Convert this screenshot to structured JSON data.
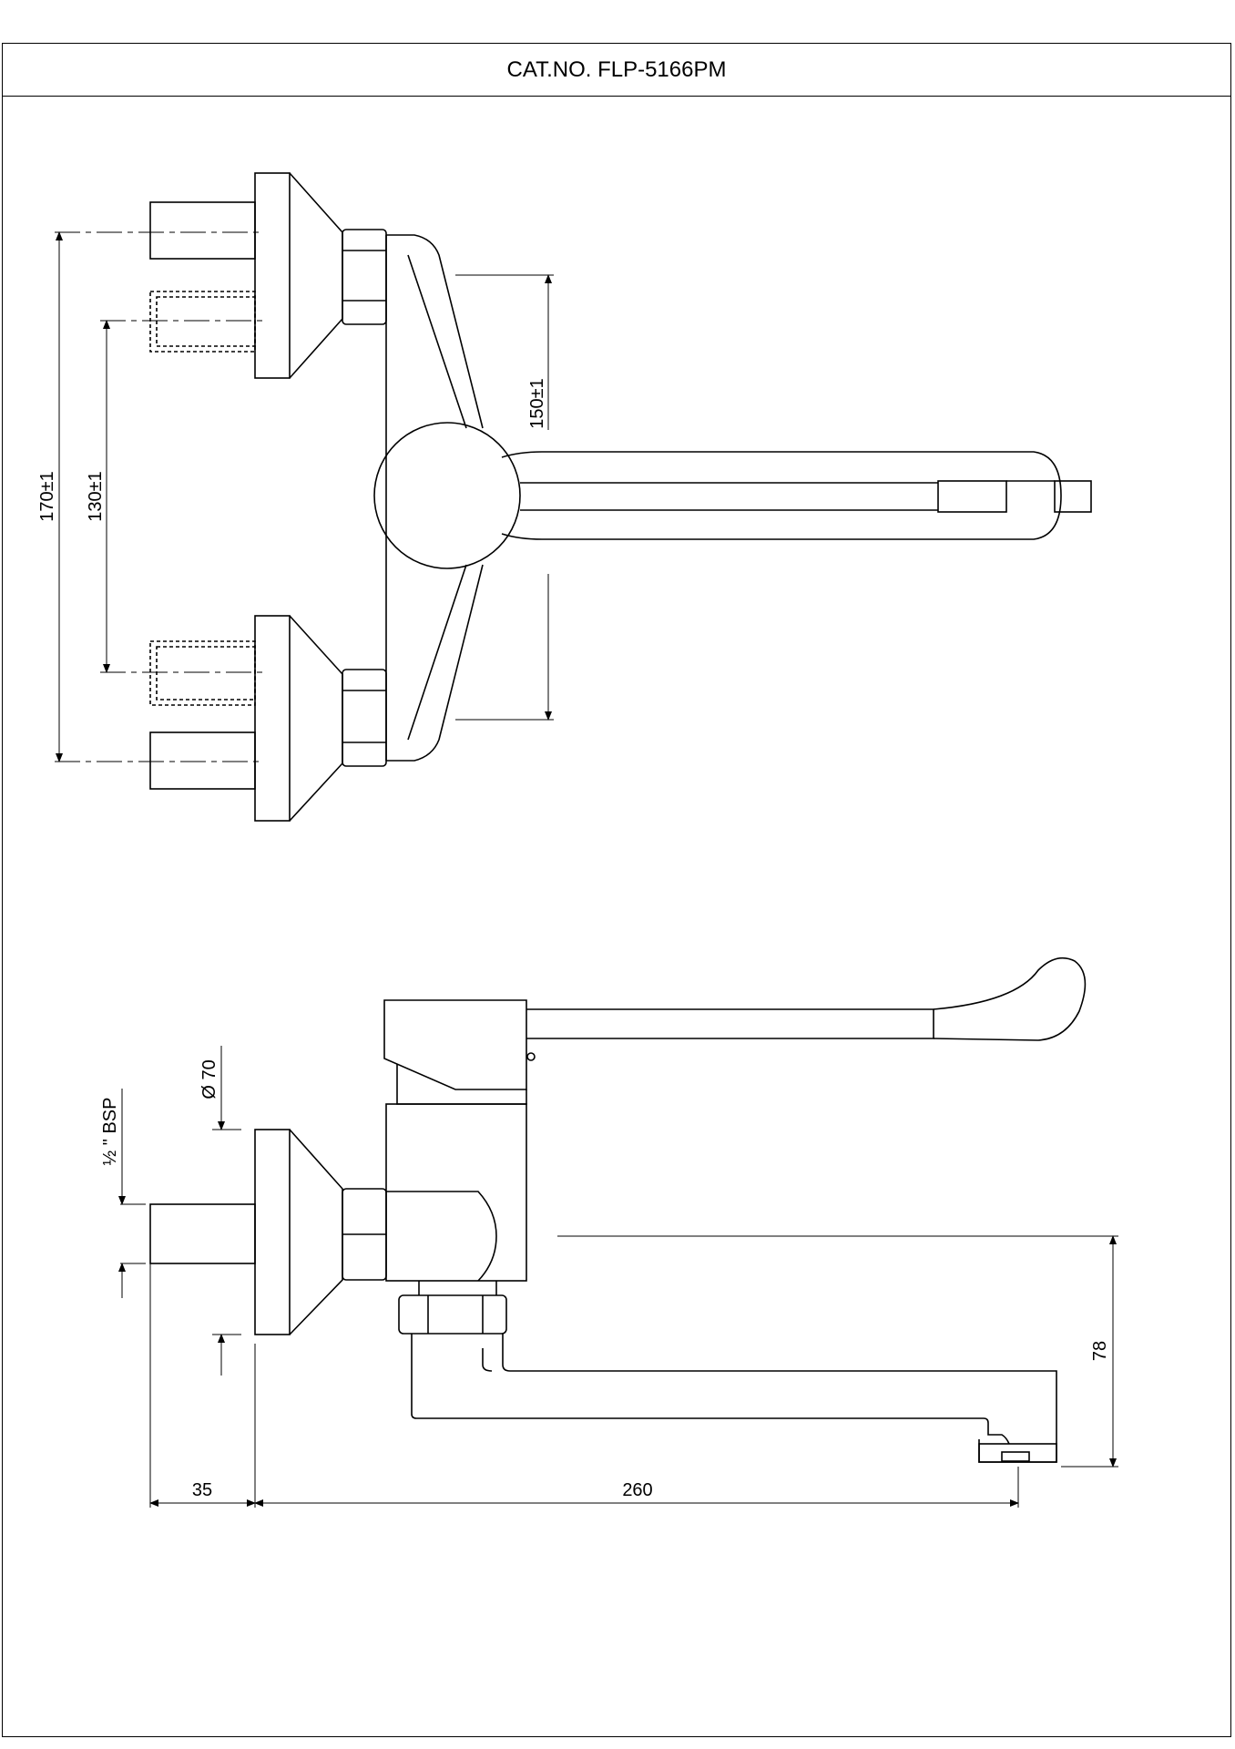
{
  "title": "CAT.NO. FLP-5166PM",
  "dimensions": {
    "d170": "170±1",
    "d130": "130±1",
    "d150": "150±1",
    "d70": "Ø 70",
    "dbsp": "½ \" BSP",
    "d78": "78",
    "d35": "35",
    "d260": "260"
  }
}
